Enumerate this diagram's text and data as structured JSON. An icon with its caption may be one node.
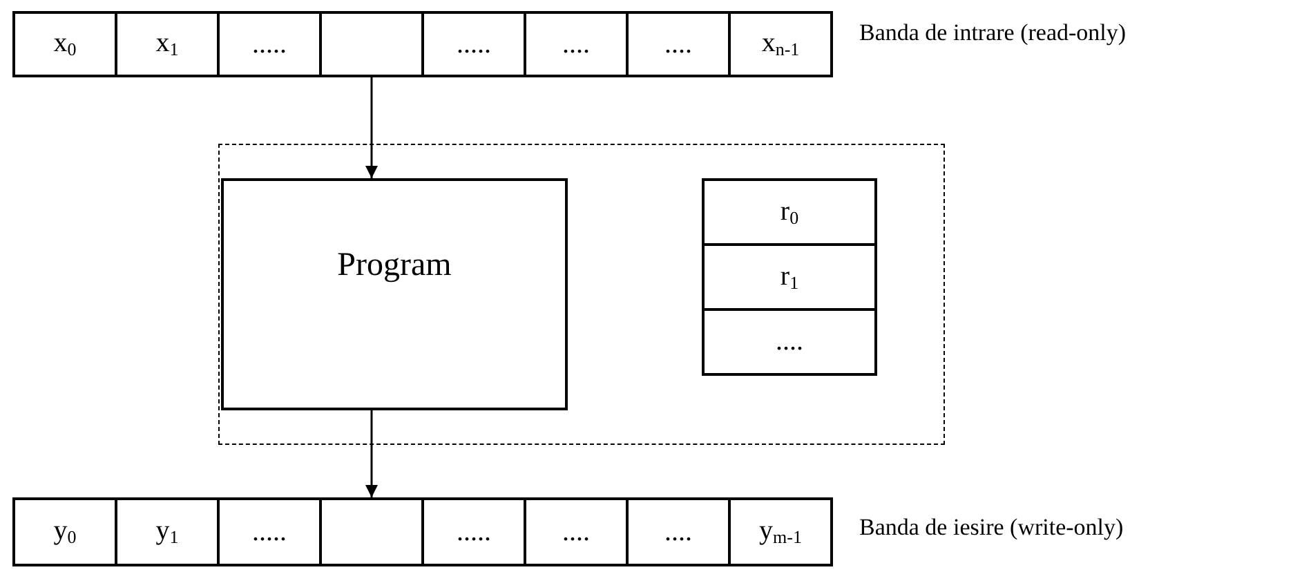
{
  "diagram": {
    "nodes": [
      {
        "text": [
          "x$_{0}$"
        ]
      },
      {
        "text": [
          "x$_{1}$"
        ]
      },
      {
        "text": [
          "....."
        ]
      },
      {
        "text": [],
        "shape": "box"
      },
      {
        "text": [
          "....."
        ]
      },
      {
        "text": [
          "...."
        ]
      },
      {
        "text": [
          "...."
        ]
      },
      {
        "text": [
          "x$_{n-1}$"
        ]
      },
      {
        "text": [],
        "shape": "box"
      },
      {
        "text": [
          "Program"
        ],
        "in": 8
      },
      {
        "text": [
          "r$_{0}$"
        ],
        "in": 8
      },
      {
        "text": [
          "r$_{1}$"
        ],
        "in": 8
      },
      {
        "text": [
          "...."
        ],
        "in": 8
      },
      {
        "text": [
          "y$_{0}$"
        ]
      },
      {
        "text": [
          "y$_{1}$"
        ]
      },
      {
        "text": [
          "....."
        ]
      },
      {
        "text": [],
        "shape": "box"
      },
      {
        "text": [
          "....."
        ]
      },
      {
        "text": [
          "...."
        ]
      },
      {
        "text": [
          "...."
        ]
      },
      {
        "text": [
          "y$_{m-1}$"
        ]
      }
    ],
    "edges": [
      {
        "from": 3,
        "to": 9,
        "arrow": "to"
      },
      {
        "from": 9,
        "to": 16,
        "arrow": "to"
      }
    ],
    "labels": [
      "Banda de intrare (read-only)",
      "Banda de iesire (write-only)"
    ]
  }
}
